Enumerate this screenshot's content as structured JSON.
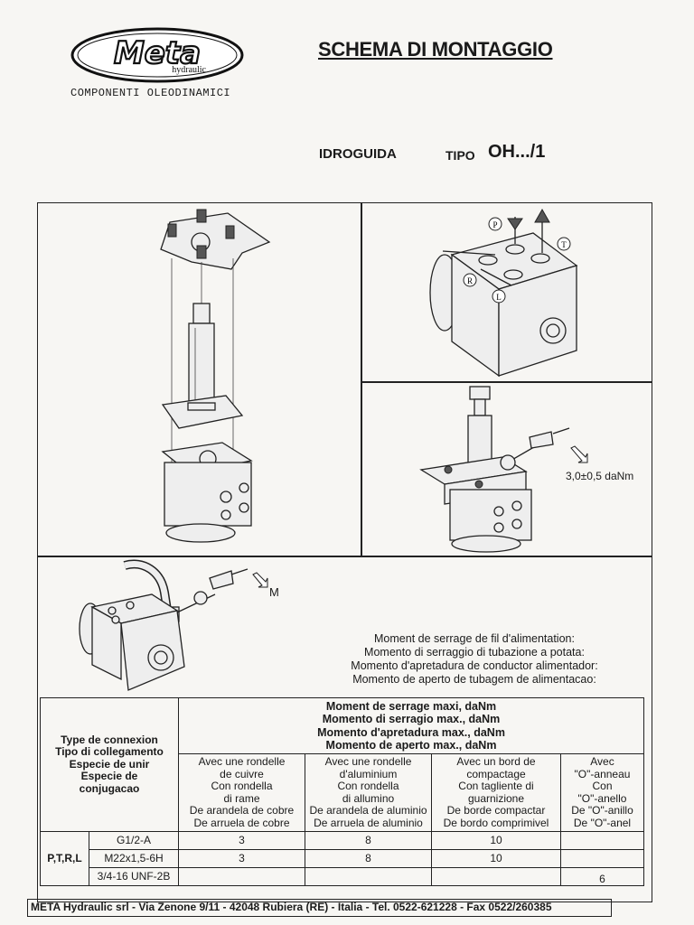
{
  "header": {
    "logo_main": "Meta",
    "logo_sub": "hydraulic",
    "tagline": "COMPONENTI OLEODINAMICI",
    "title": "SCHEMA DI MONTAGGIO",
    "product": "IDROGUIDA",
    "tipo_label": "TIPO",
    "tipo_value": "OH.../1"
  },
  "ports": {
    "p": "P",
    "t": "T",
    "r": "R",
    "l": "L"
  },
  "labels": {
    "torque_small": "3,0±0,5 daNm",
    "m_label": "M"
  },
  "torque_text": [
    "Moment de serrage de fil d'alimentation:",
    "Momento di serraggio di tubazione a potata:",
    "Momento d'apretadura de conductor alimentador:",
    "Momento de aperto de tubagem de alimentacao:"
  ],
  "table": {
    "type_head": [
      "Type de connexion",
      "Tipo di collegamento",
      "Especie de unir",
      "Especie de",
      "conjugacao"
    ],
    "moment_head": [
      "Moment de serrage maxi, daNm",
      "Momento di serragio max., daNm",
      "Momento d'apretadura max., daNm",
      "Momento de aperto max., daNm"
    ],
    "col_heads": [
      [
        "Avec une rondelle",
        "de cuivre",
        "Con rondella",
        "di rame",
        "De arandela de cobre",
        "De arruela de cobre"
      ],
      [
        "Avec une rondelle",
        "d'aluminium",
        "Con rondella",
        "di allumino",
        "De arandela de aluminio",
        "De arruela de aluminio"
      ],
      [
        "Avec un bord de",
        "compactage",
        "Con tagliente di",
        "guarnizione",
        "De borde compactar",
        "De bordo comprimivel"
      ],
      [
        "Avec",
        "\"O\"-anneau",
        "Con",
        "\"O\"-anello",
        "De \"O\"-anillo",
        "De \"O\"-anel"
      ]
    ],
    "group_label": "P,T,R,L",
    "rows": [
      {
        "thread": "G1/2-A",
        "copper": "3",
        "aluminium": "8",
        "compact": "10",
        "oring": ""
      },
      {
        "thread": "M22x1,5-6H",
        "copper": "3",
        "aluminium": "8",
        "compact": "10",
        "oring": ""
      },
      {
        "thread": "3/4-16 UNF-2B",
        "copper": "",
        "aluminium": "",
        "compact": "",
        "oring": "6"
      }
    ]
  },
  "footer": "META Hydraulic srl - Via Zenone 9/11 - 42048 Rubiera (RE) - Italia - Tel. 0522-621228 - Fax 0522/260385"
}
